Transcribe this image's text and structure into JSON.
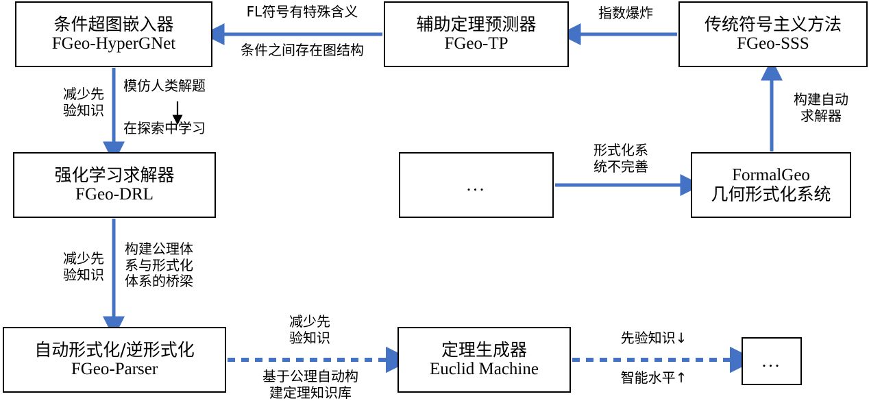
{
  "diagram": {
    "title_text": "FormalGeo ecosystem relation diagram",
    "accent_color": "#4472C4",
    "line_color": "#000000",
    "nodes": {
      "hypergnet": {
        "line1": "条件超图嵌入器",
        "line2": "FGeo-HyperGNet"
      },
      "tp": {
        "line1": "辅助定理预测器",
        "line2": "FGeo-TP"
      },
      "sss": {
        "line1": "传统符号主义方法",
        "line2": "FGeo-SSS"
      },
      "drl": {
        "line1": "强化学习求解器",
        "line2": "FGeo-DRL"
      },
      "ellipsis_mid": {
        "text": "..."
      },
      "formalgeo": {
        "line1": "FormalGeo",
        "line2": "几何形式化系统"
      },
      "parser": {
        "line1": "自动形式化/逆形式化",
        "line2": "FGeo-Parser"
      },
      "euclid": {
        "line1": "定理生成器",
        "line2": "Euclid Machine"
      },
      "ellipsis_end": {
        "text": "..."
      }
    },
    "edge_labels": {
      "sss_to_tp": "指数爆炸",
      "tp_to_hypergnet_top": "FL符号有特殊含义",
      "tp_to_hypergnet_bot": "条件之间存在图结构",
      "formalgeo_to_sss": "构建自动\n求解器",
      "mid_to_formalgeo": "形式化系\n统不完善",
      "hypergnet_to_drl_left": "减少先\n验知识",
      "hypergnet_to_drl_right_top": "模仿人类解题",
      "hypergnet_to_drl_right_arrow": "↓",
      "hypergnet_to_drl_right_bot": "在探索中学习",
      "drl_to_parser_left": "减少先\n验知识",
      "drl_to_parser_right": "构建公理体\n系与形式化\n体系的桥梁",
      "parser_to_euclid_top": "减少先\n验知识",
      "parser_to_euclid_bot": "基于公理自动构\n建定理知识库",
      "euclid_to_end_top": "先验知识↓",
      "euclid_to_end_bot": "智能水平↑"
    }
  }
}
